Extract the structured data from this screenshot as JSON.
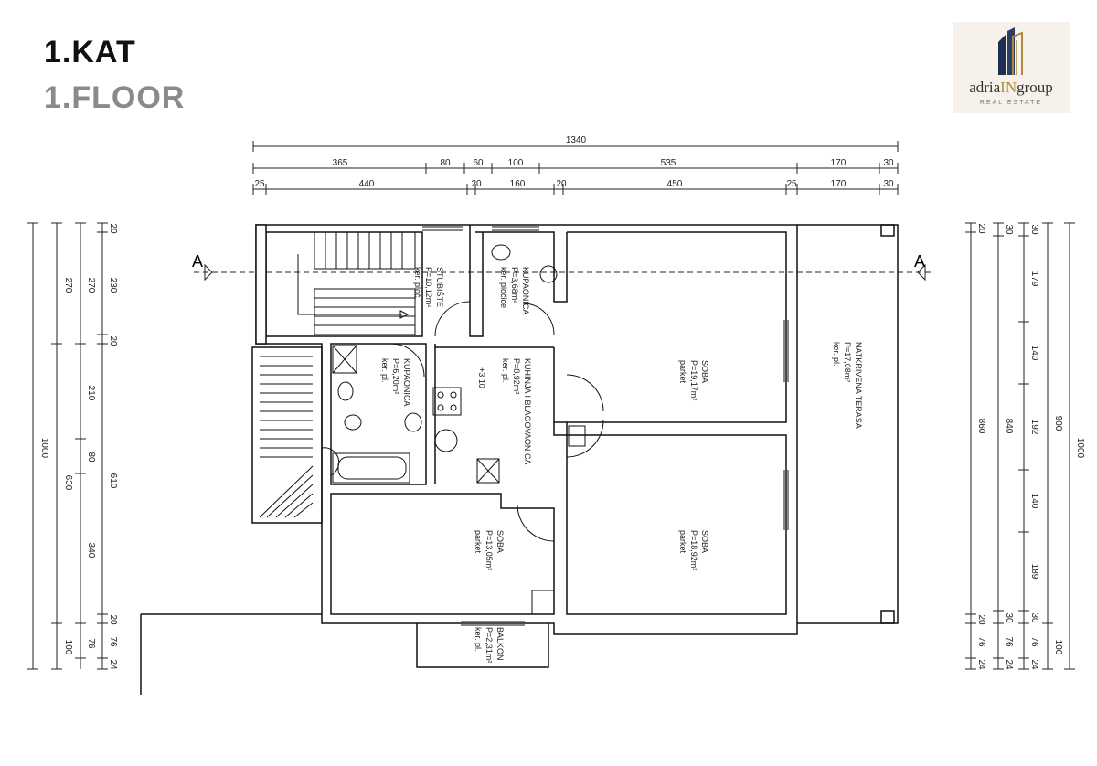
{
  "title": {
    "main": "1.KAT",
    "sub": "1.FLOOR"
  },
  "logo": {
    "name_part1": "adria",
    "name_part2": "IN",
    "name_part3": "group",
    "tagline": "REAL ESTATE",
    "accent_color": "#b08a3c",
    "icon": "building-icon"
  },
  "plan": {
    "section_marker": "A",
    "dims_top_total": "1340",
    "dims_top_row1": [
      "365",
      "80",
      "60",
      "100",
      "535",
      "170",
      "30"
    ],
    "dims_top_row2": [
      "25",
      "440",
      "20",
      "160",
      "20",
      "450",
      "25",
      "170",
      "30"
    ],
    "dims_left_total": "1000",
    "dims_left_a": [
      "270",
      "630",
      "100"
    ],
    "dims_left_b": [
      "270",
      "210",
      "80",
      "340",
      "76"
    ],
    "dims_left_c": [
      "20",
      "230",
      "20",
      "610",
      "20",
      "76",
      "24"
    ],
    "dims_right_a": [
      "20",
      "860",
      "20",
      "76",
      "24"
    ],
    "dims_right_b": [
      "30",
      "840",
      "30",
      "76",
      "24"
    ],
    "dims_right_c": [
      "30",
      "179",
      "140",
      "192",
      "140",
      "189",
      "30",
      "76",
      "24"
    ],
    "dims_right_d": [
      "900",
      "100"
    ],
    "dims_right_total": "1000",
    "rooms": [
      {
        "name": "STUBIŠTE",
        "area": "P=10,12m²",
        "floor": "ker. ploč."
      },
      {
        "name": "KUPAONICA",
        "area": "P=3,68m²",
        "floor": "ker. pločice"
      },
      {
        "name": "KUPAONICA",
        "area": "P=6,20m²",
        "floor": "ker. pl."
      },
      {
        "name": "KUHINJA I BLAGOVAONICA",
        "area": "P=8,92m²",
        "floor": "ker. pl."
      },
      {
        "name": "SOBA",
        "area": "P=19,17m²",
        "floor": "parket"
      },
      {
        "name": "NATKRIVENA TERASA",
        "area": "P=17,08m²",
        "floor": "ker. pl."
      },
      {
        "name": "SOBA",
        "area": "P=18,92m²",
        "floor": "parket"
      },
      {
        "name": "SOBA",
        "area": "P=13,05m²",
        "floor": "parket"
      },
      {
        "name": "BALKON",
        "area": "P=2,31m²",
        "floor": "ker. pl."
      }
    ],
    "level_mark": "+3,10"
  }
}
